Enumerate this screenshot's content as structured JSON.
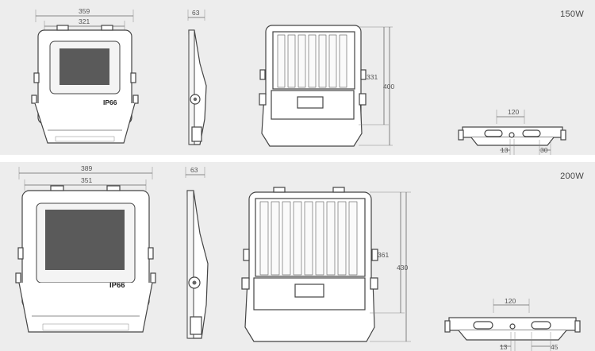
{
  "variants": [
    {
      "title": "150W",
      "front": {
        "width_outer": "359",
        "width_inner": "321",
        "label": "IP66"
      },
      "side": {
        "depth": "63"
      },
      "back": {
        "height_inner": "331",
        "height_outer": "400"
      },
      "bracket": {
        "spacing": "120",
        "hole": "13",
        "slot": "30"
      }
    },
    {
      "title": "200W",
      "front": {
        "width_outer": "389",
        "width_inner": "351",
        "label": "IP66"
      },
      "side": {
        "depth": "63"
      },
      "back": {
        "height_inner": "361",
        "height_outer": "430"
      },
      "bracket": {
        "spacing": "120",
        "hole": "13",
        "slot": "45"
      }
    }
  ]
}
